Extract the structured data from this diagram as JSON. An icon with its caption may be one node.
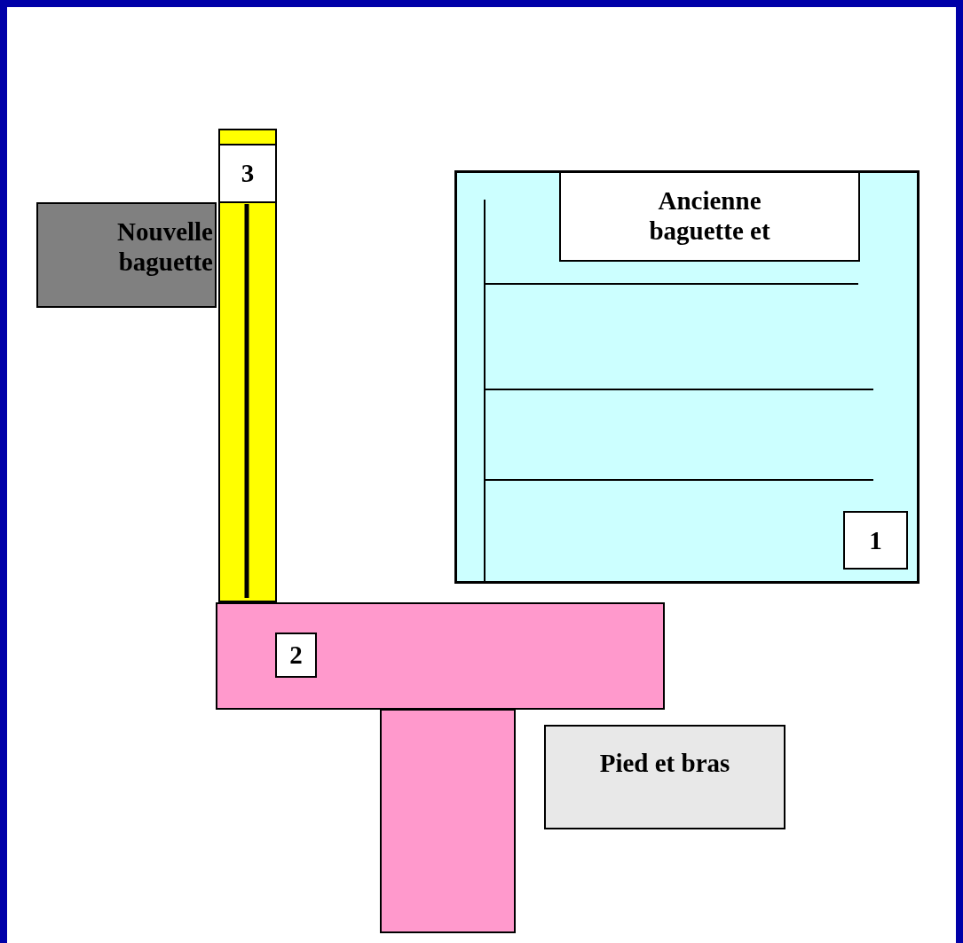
{
  "diagram": {
    "nodes": [
      {
        "text": [],
        "shape": "bar"
      },
      {
        "text": [
          "3"
        ],
        "in": 0
      },
      {
        "text": [],
        "shape": "box"
      },
      {
        "text": [
          "Ancienne baguette et"
        ],
        "in": 2
      },
      {
        "text": [
          "Nouvelle baguette"
        ]
      },
      {
        "text": [
          "1"
        ],
        "in": 2
      },
      {
        "text": [],
        "shape": "bar"
      },
      {
        "text": [
          "2"
        ],
        "in": 6
      },
      {
        "text": [],
        "shape": "bar"
      },
      {
        "text": [
          "Pied et bras"
        ]
      }
    ]
  }
}
